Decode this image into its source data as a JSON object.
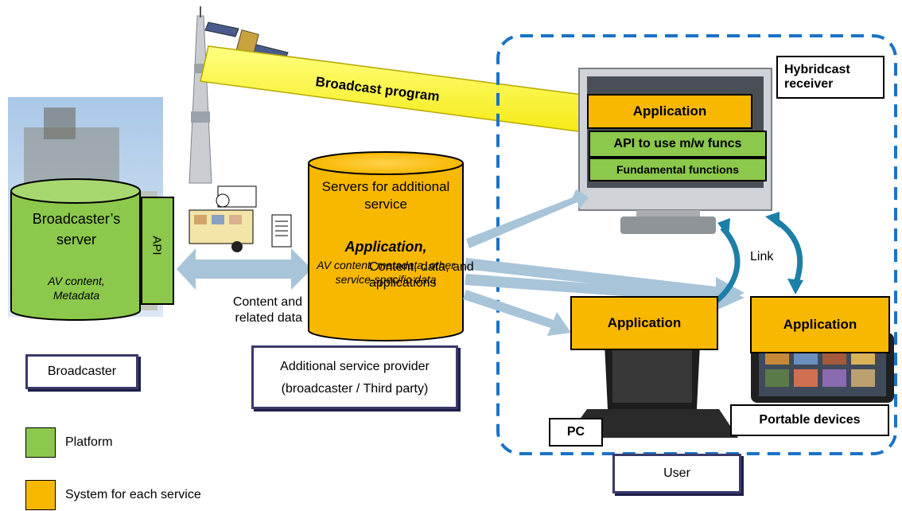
{
  "broadcast": {
    "program_label": "Broadcast program"
  },
  "broadcaster_server": {
    "title": "Broadcaster’s server",
    "api": "API",
    "contents": "AV content, Metadata"
  },
  "broadcaster_label": "Broadcaster",
  "content_related": "Content and related data",
  "service_servers": {
    "title": "Servers for additional service",
    "app": "Application,",
    "contents": "AV content, metadata, other service-specific data"
  },
  "provider_label": {
    "line1": "Additional service provider",
    "line2": "(broadcaster / Third party)"
  },
  "receiver": {
    "label": "Hybridcast receiver",
    "application": "Application",
    "api": "API to use m/w funcs",
    "fundamental": "Fundamental functions"
  },
  "flow_label": "Content, data, and applications",
  "link_label": "Link",
  "pc": {
    "application": "Application",
    "label": "PC"
  },
  "portable": {
    "application": "Application",
    "label": "Portable devices"
  },
  "user_label": "User",
  "legend": [
    {
      "label": "Platform",
      "color": "#8cc84b"
    },
    {
      "label": "System for each service",
      "color": "#f9b800"
    }
  ]
}
